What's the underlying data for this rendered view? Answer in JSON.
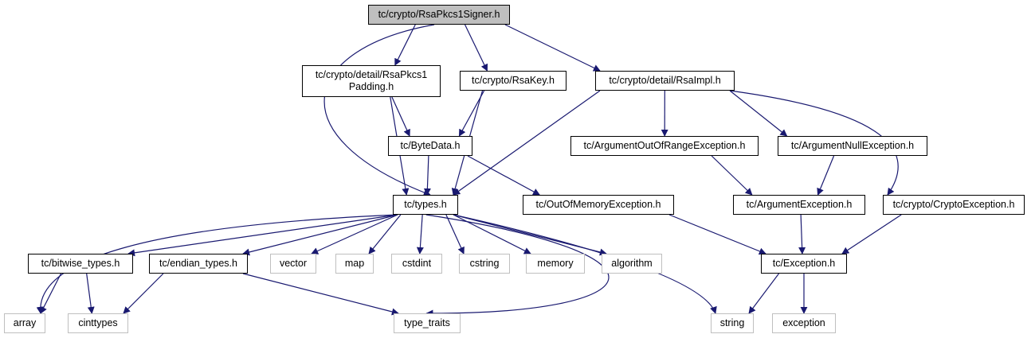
{
  "diagram": {
    "colors": {
      "edge": "#191970",
      "node_border": "#000000",
      "external_border": "#bfbfbf",
      "root_fill": "#bfbfbf"
    },
    "nodes": [
      {
        "id": "rsapkcs1signer",
        "label": "tc/crypto/RsaPkcs1Signer.h",
        "kind": "root"
      },
      {
        "id": "rsapkcs1padding",
        "label": "tc/crypto/detail/RsaPkcs1\nPadding.h",
        "kind": "header"
      },
      {
        "id": "rsakey",
        "label": "tc/crypto/RsaKey.h",
        "kind": "header"
      },
      {
        "id": "rsaimpl",
        "label": "tc/crypto/detail/RsaImpl.h",
        "kind": "header"
      },
      {
        "id": "bytedata",
        "label": "tc/ByteData.h",
        "kind": "header"
      },
      {
        "id": "argoutofrange",
        "label": "tc/ArgumentOutOfRangeException.h",
        "kind": "header"
      },
      {
        "id": "argnull",
        "label": "tc/ArgumentNullException.h",
        "kind": "header"
      },
      {
        "id": "types",
        "label": "tc/types.h",
        "kind": "header"
      },
      {
        "id": "outofmemory",
        "label": "tc/OutOfMemoryException.h",
        "kind": "header"
      },
      {
        "id": "argexception",
        "label": "tc/ArgumentException.h",
        "kind": "header"
      },
      {
        "id": "cryptoexception",
        "label": "tc/crypto/CryptoException.h",
        "kind": "header"
      },
      {
        "id": "bitwise",
        "label": "tc/bitwise_types.h",
        "kind": "header"
      },
      {
        "id": "endian",
        "label": "tc/endian_types.h",
        "kind": "header"
      },
      {
        "id": "vector",
        "label": "vector",
        "kind": "external"
      },
      {
        "id": "map",
        "label": "map",
        "kind": "external"
      },
      {
        "id": "cstdint",
        "label": "cstdint",
        "kind": "external"
      },
      {
        "id": "cstring",
        "label": "cstring",
        "kind": "external"
      },
      {
        "id": "memory",
        "label": "memory",
        "kind": "external"
      },
      {
        "id": "algorithm",
        "label": "algorithm",
        "kind": "external"
      },
      {
        "id": "exceptionh",
        "label": "tc/Exception.h",
        "kind": "header"
      },
      {
        "id": "array",
        "label": "array",
        "kind": "external"
      },
      {
        "id": "cinttypes",
        "label": "cinttypes",
        "kind": "external"
      },
      {
        "id": "typetraits",
        "label": "type_traits",
        "kind": "external"
      },
      {
        "id": "string",
        "label": "string",
        "kind": "external"
      },
      {
        "id": "exception",
        "label": "exception",
        "kind": "external"
      }
    ],
    "edges": [
      {
        "from": "rsapkcs1signer",
        "to": "rsapkcs1padding"
      },
      {
        "from": "rsapkcs1signer",
        "to": "rsakey"
      },
      {
        "from": "rsapkcs1signer",
        "to": "rsaimpl"
      },
      {
        "from": "rsapkcs1signer",
        "to": "types"
      },
      {
        "from": "rsapkcs1padding",
        "to": "bytedata"
      },
      {
        "from": "rsapkcs1padding",
        "to": "types"
      },
      {
        "from": "rsakey",
        "to": "bytedata"
      },
      {
        "from": "rsakey",
        "to": "types"
      },
      {
        "from": "bytedata",
        "to": "types"
      },
      {
        "from": "bytedata",
        "to": "outofmemory"
      },
      {
        "from": "rsaimpl",
        "to": "types"
      },
      {
        "from": "rsaimpl",
        "to": "argoutofrange"
      },
      {
        "from": "rsaimpl",
        "to": "argnull"
      },
      {
        "from": "rsaimpl",
        "to": "cryptoexception"
      },
      {
        "from": "argoutofrange",
        "to": "argexception"
      },
      {
        "from": "argnull",
        "to": "argexception"
      },
      {
        "from": "argexception",
        "to": "exceptionh"
      },
      {
        "from": "outofmemory",
        "to": "exceptionh"
      },
      {
        "from": "cryptoexception",
        "to": "exceptionh"
      },
      {
        "from": "exceptionh",
        "to": "string"
      },
      {
        "from": "exceptionh",
        "to": "exception"
      },
      {
        "from": "types",
        "to": "array"
      },
      {
        "from": "types",
        "to": "bitwise"
      },
      {
        "from": "types",
        "to": "endian"
      },
      {
        "from": "types",
        "to": "vector"
      },
      {
        "from": "types",
        "to": "map"
      },
      {
        "from": "types",
        "to": "cstdint"
      },
      {
        "from": "types",
        "to": "cstring"
      },
      {
        "from": "types",
        "to": "memory"
      },
      {
        "from": "types",
        "to": "algorithm"
      },
      {
        "from": "types",
        "to": "typetraits"
      },
      {
        "from": "types",
        "to": "string"
      },
      {
        "from": "bitwise",
        "to": "array"
      },
      {
        "from": "bitwise",
        "to": "cinttypes"
      },
      {
        "from": "endian",
        "to": "cinttypes"
      },
      {
        "from": "endian",
        "to": "typetraits"
      }
    ]
  }
}
